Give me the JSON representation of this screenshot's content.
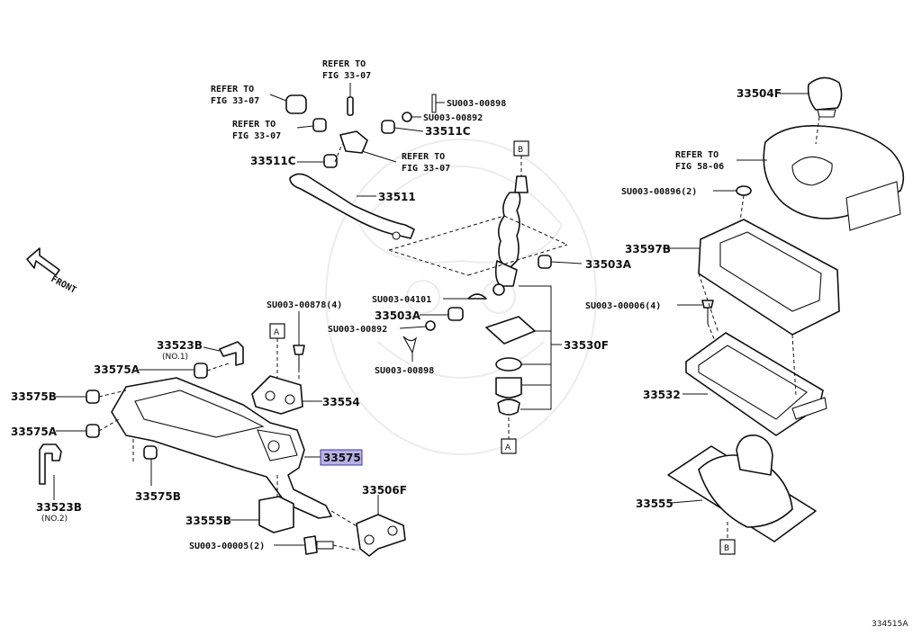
{
  "labels": {
    "refer_33_07_a": "REFER TO",
    "refer_33_07_a2": "FIG 33-07",
    "refer_33_07_top": "REFER TO",
    "refer_33_07_top2": "FIG 33-07",
    "refer_33_07_b": "REFER TO",
    "refer_33_07_b2": "FIG 33-07",
    "refer_33_07_c": "REFER TO",
    "refer_33_07_c2": "FIG 33-07",
    "su_00898_top": "SU003-00898",
    "su_00892_top": "SU003-00892",
    "p33511c_right": "33511C",
    "p33511c_left": "33511C",
    "p33511": "33511",
    "p33504f": "33504F",
    "refer_58_06": "REFER TO",
    "refer_58_06b": "FIG 58-06",
    "su_00896": "SU003-00896(2)",
    "p33597b": "33597B",
    "su_00006": "SU003-00006(4)",
    "p33532": "33532",
    "p33555": "33555",
    "front": "FRONT",
    "p33503a_right": "33503A",
    "su_04101": "SU003-04101",
    "p33503a_left": "33503A",
    "su_00892_mid": "SU003-00892",
    "p33530f": "33530F",
    "su_00898_mid": "SU003-00898",
    "su_00878": "SU003-00878(4)",
    "p33554": "33554",
    "p33523b_1": "33523B",
    "no1": "(NO.1)",
    "p33575a_top": "33575A",
    "p33575b_left": "33575B",
    "p33575a_left": "33575A",
    "p33523b_2": "33523B",
    "no2": "(NO.2)",
    "p33575b_bot": "33575B",
    "p33575_hl": "33575",
    "p33506f": "33506F",
    "p33555b": "33555B",
    "su_00005": "SU003-00005(2)",
    "ref_a": "A",
    "ref_a2": "A",
    "ref_b": "B",
    "ref_b2": "B",
    "figure_id": "334515A"
  }
}
